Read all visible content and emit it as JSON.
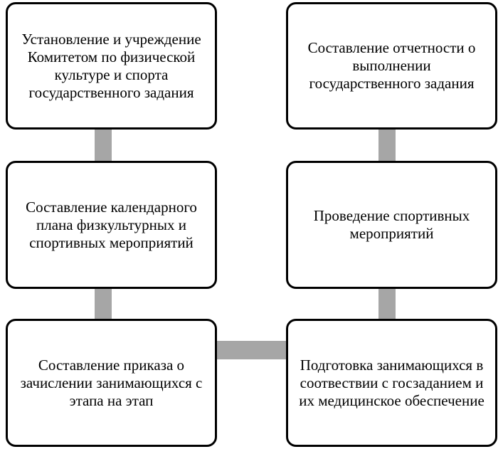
{
  "diagram": {
    "nodes": [
      {
        "id": "n1",
        "label": "Установление и учреждение Комитетом по физической культуре и спорта государственного задания"
      },
      {
        "id": "n2",
        "label": "Составление календарного плана физкультурных и спортивных мероприятий"
      },
      {
        "id": "n3",
        "label": "Составление приказа о зачислении занимающихся с этапа на этап"
      },
      {
        "id": "n4",
        "label": "Подготовка занимающихся в соотвествии с госзаданием и их медицинское обеспечение"
      },
      {
        "id": "n5",
        "label": "Проведение спортивных мероприятий"
      },
      {
        "id": "n6",
        "label": "Составление отчетности о выполнении государственного задания"
      }
    ],
    "edges": [
      {
        "from": "n1",
        "to": "n2"
      },
      {
        "from": "n2",
        "to": "n3"
      },
      {
        "from": "n3",
        "to": "n4"
      },
      {
        "from": "n4",
        "to": "n5"
      },
      {
        "from": "n5",
        "to": "n6"
      }
    ],
    "colors": {
      "box_border": "#000000",
      "box_fill": "#ffffff",
      "connector": "#a6a6a6"
    }
  }
}
